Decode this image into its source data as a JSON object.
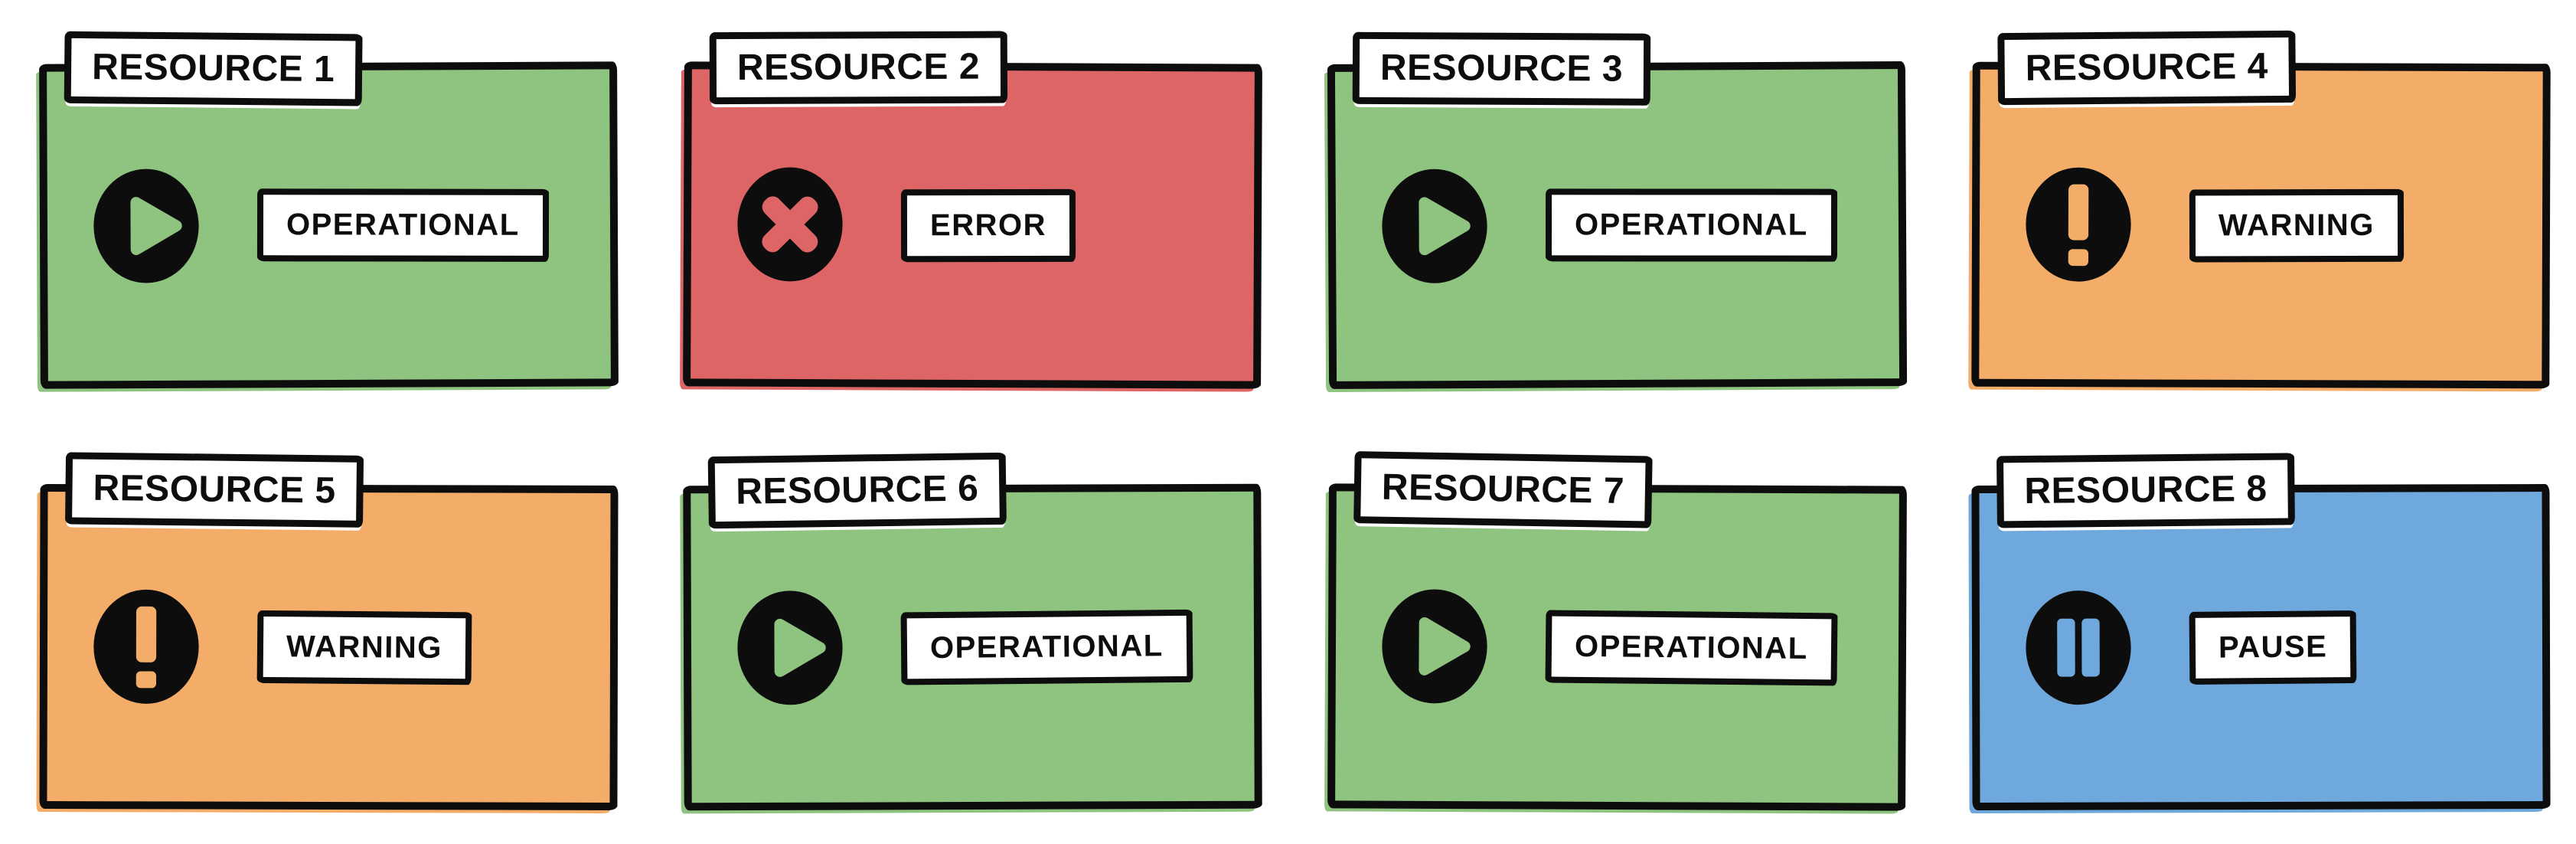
{
  "page": {
    "background_color": "#ffffff",
    "ink_color": "#0d0d0d",
    "badge_background": "#ffffff"
  },
  "status_colors": {
    "operational": "#8EC47F",
    "error": "#DD6565",
    "warning": "#F4AD69",
    "pause": "#6FA8DC"
  },
  "cards": [
    {
      "title": "RESOURCE 1",
      "status": "OPERATIONAL",
      "icon": "play-icon",
      "color": "#8EC47F"
    },
    {
      "title": "RESOURCE 2",
      "status": "ERROR",
      "icon": "error-x-icon",
      "color": "#DD6565"
    },
    {
      "title": "RESOURCE 3",
      "status": "OPERATIONAL",
      "icon": "play-icon",
      "color": "#8EC47F"
    },
    {
      "title": "RESOURCE 4",
      "status": "WARNING",
      "icon": "warning-exclamation-icon",
      "color": "#F4AD69"
    },
    {
      "title": "RESOURCE 5",
      "status": "WARNING",
      "icon": "warning-exclamation-icon",
      "color": "#F4AD69"
    },
    {
      "title": "RESOURCE 6",
      "status": "OPERATIONAL",
      "icon": "play-icon",
      "color": "#8EC47F"
    },
    {
      "title": "RESOURCE 7",
      "status": "OPERATIONAL",
      "icon": "play-icon",
      "color": "#8EC47F"
    },
    {
      "title": "RESOURCE 8",
      "status": "PAUSE",
      "icon": "pause-icon",
      "color": "#6FA8DC"
    }
  ]
}
